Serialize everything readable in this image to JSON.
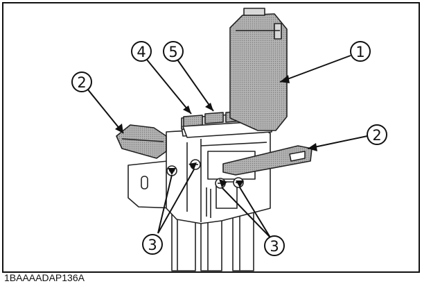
{
  "figure_code": "1BAAAADAP136A",
  "callouts": {
    "c1": "1",
    "c2a": "2",
    "c2b": "2",
    "c3a": "3",
    "c3b": "3",
    "c4": "4",
    "c5": "5"
  },
  "colors": {
    "cover_fill": "#a9a9a9",
    "body_fill": "#ffffff",
    "line": "#222222",
    "frame": "#111111"
  }
}
